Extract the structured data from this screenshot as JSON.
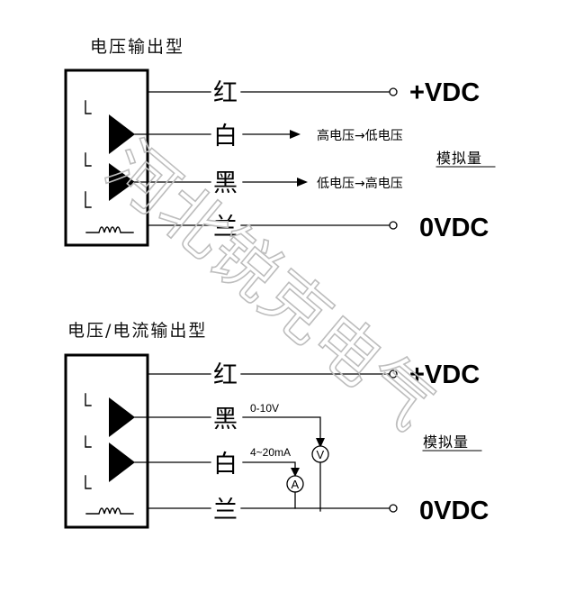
{
  "top_section": {
    "title": "电压输出型",
    "wires": {
      "red": "红",
      "white": "白",
      "black": "黑",
      "blue": "兰"
    },
    "white_note": "高电压→低电压",
    "black_note": "低电压→高电压",
    "analog_label": "模拟量",
    "positive_terminal": "+VDC",
    "zero_terminal": "0VDC"
  },
  "bottom_section": {
    "title": "电压/电流输出型",
    "wires": {
      "red": "红",
      "black": "黑",
      "white": "白",
      "blue": "兰"
    },
    "voltage_range": "0-10V",
    "current_range": "4~20mA",
    "voltmeter_symbol": "V",
    "ammeter_symbol": "A",
    "analog_label": "模拟量",
    "positive_terminal": "+VDC",
    "zero_terminal": "0VDC"
  },
  "watermark": {
    "text": "河北锐克电气"
  }
}
